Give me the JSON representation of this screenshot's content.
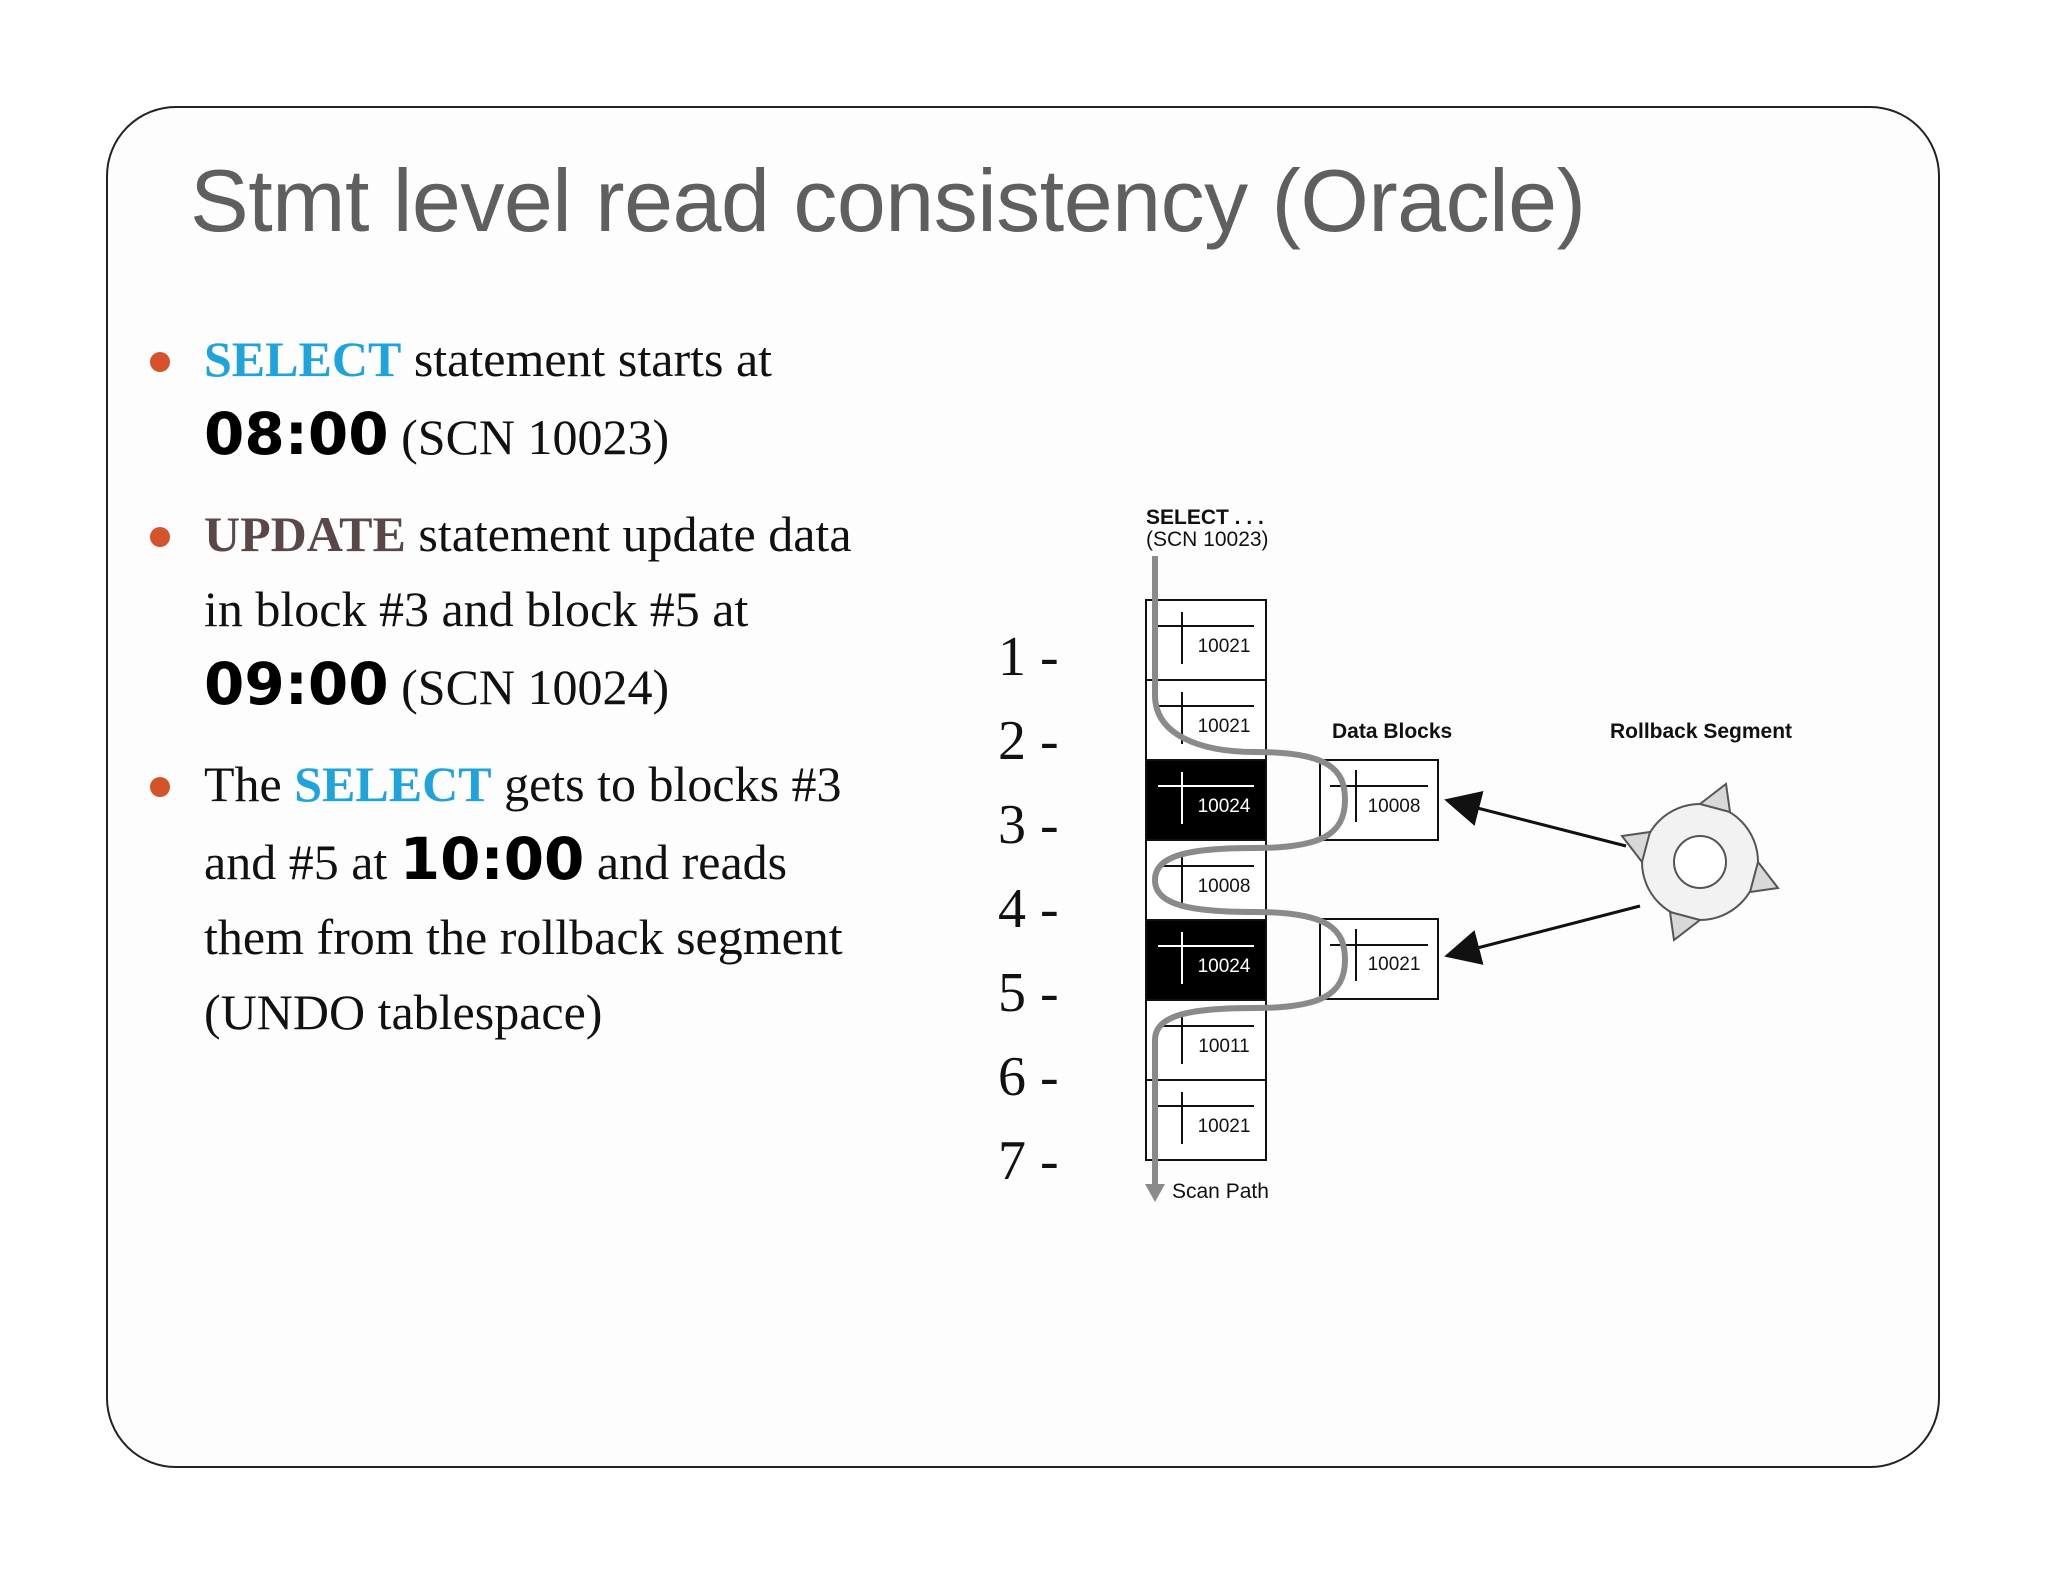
{
  "title": "Stmt level read consistency (Oracle)",
  "bullets": [
    {
      "kw": "SELECT",
      "t1": " statement starts at ",
      "time": "08:00",
      "t2": " (SCN 10023)"
    },
    {
      "kw": "UPDATE",
      "t1": " statement update data in block #3 and block #5 at ",
      "time": "09:00",
      "t2": " (SCN 10024)"
    },
    {
      "pre": "The ",
      "kw": "SELECT",
      "t1": " gets to blocks #3 and #5 at ",
      "time": "10:00",
      "t2": " and reads them from the rollback segment (UNDO tablespace)"
    }
  ],
  "row_numbers": [
    "1 -",
    "2 -",
    "3 -",
    "4 -",
    "5 -",
    "6 -",
    "7 -"
  ],
  "diagram": {
    "select_line1": "SELECT . . .",
    "select_line2": "(SCN 10023)",
    "blocks": [
      {
        "scn": "10021",
        "modified": false
      },
      {
        "scn": "10021",
        "modified": false
      },
      {
        "scn": "10024",
        "modified": true
      },
      {
        "scn": "10008",
        "modified": false
      },
      {
        "scn": "10024",
        "modified": true
      },
      {
        "scn": "10011",
        "modified": false
      },
      {
        "scn": "10021",
        "modified": false
      }
    ],
    "undo_blocks": [
      "10008",
      "10021"
    ],
    "data_blocks_label": "Data Blocks",
    "rollback_label": "Rollback Segment",
    "scan_path_label": "Scan Path"
  },
  "colors": {
    "select_keyword": "#1fa3dc",
    "update_keyword": "#5a4848",
    "bullet_dot": "#d4532b",
    "title": "#5f5f5f",
    "scan_path": "#8a8a8a"
  }
}
